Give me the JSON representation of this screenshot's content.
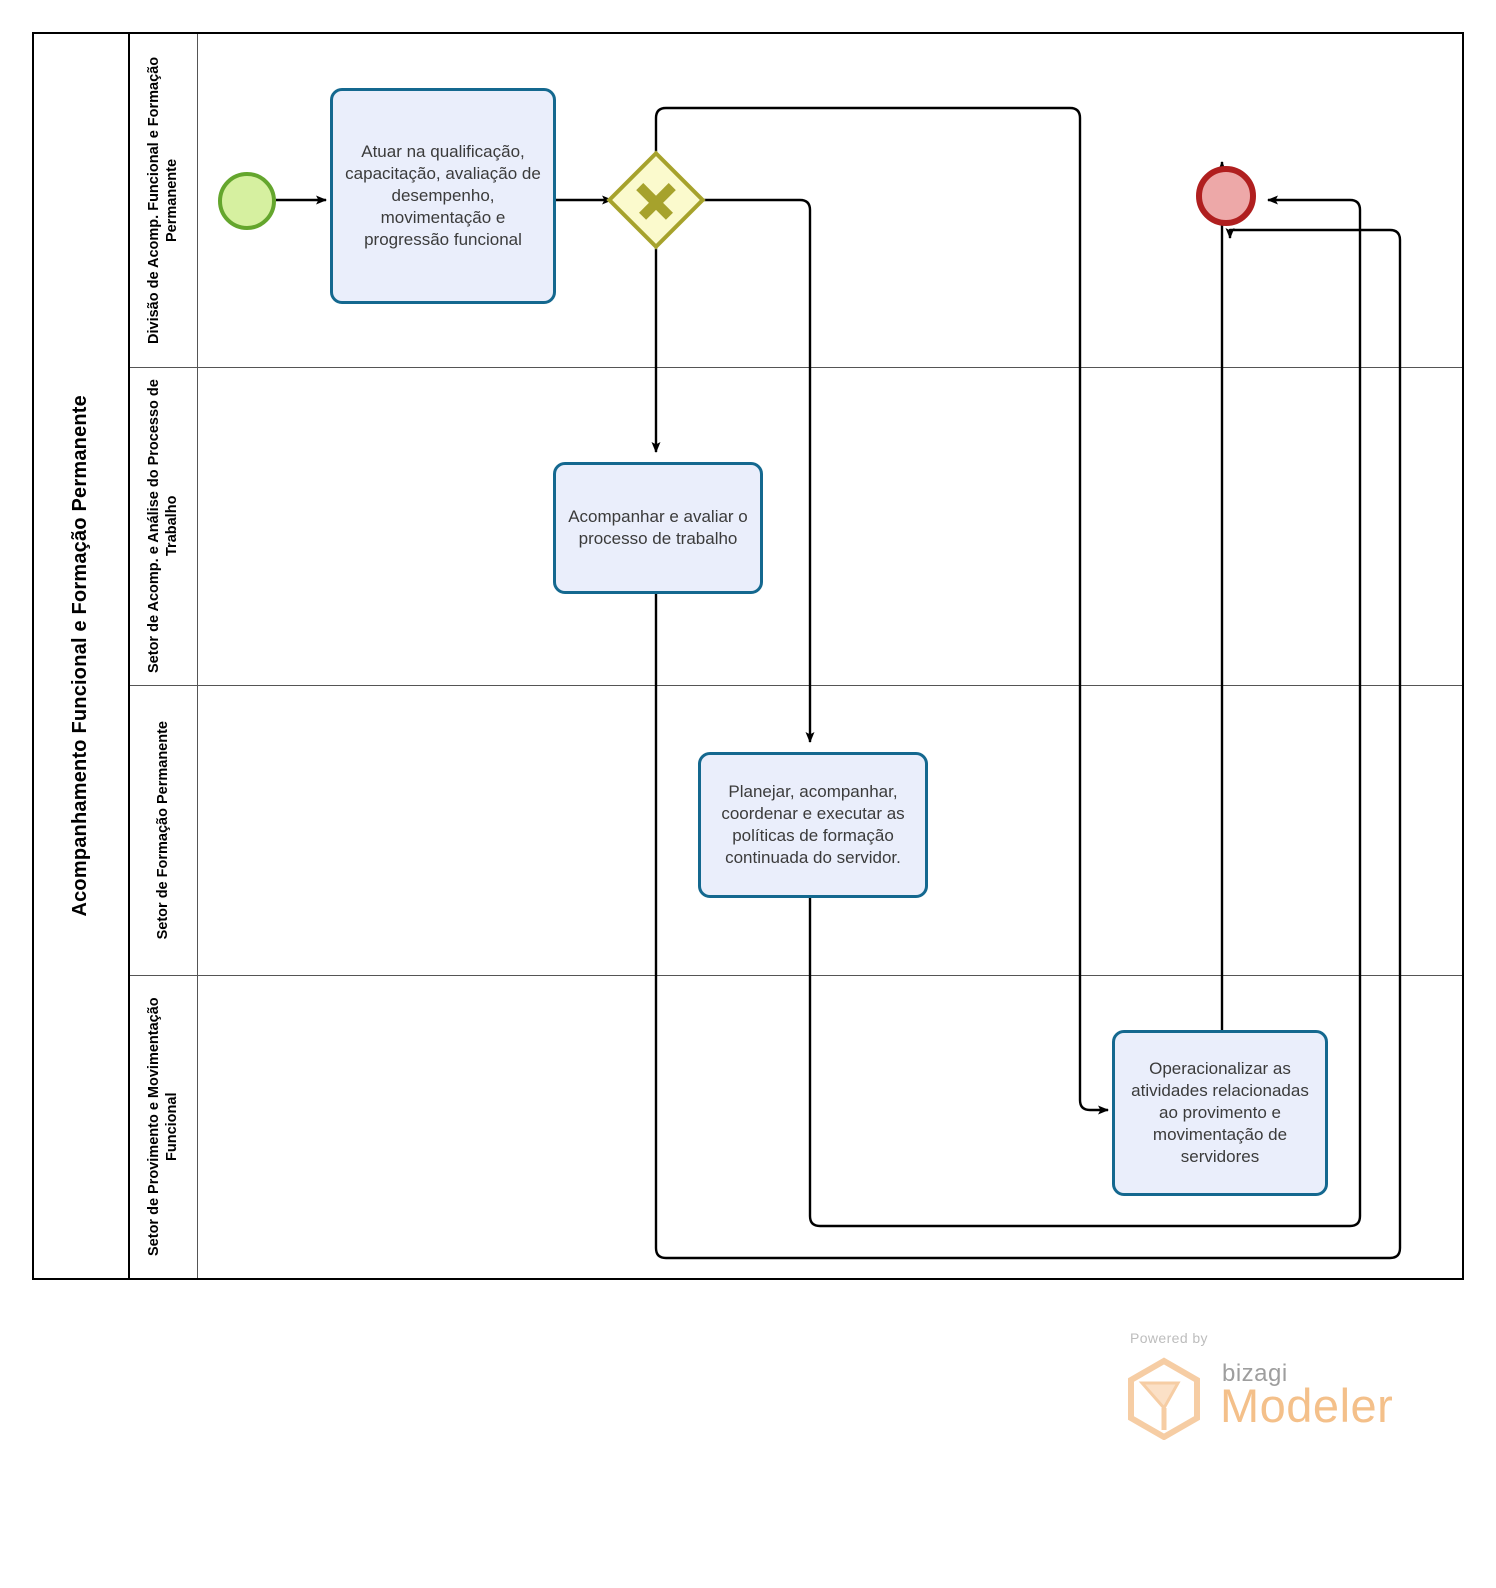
{
  "diagram": {
    "type": "bpmn-process",
    "pool": {
      "label": "Acompanhamento Funcional e Formação Permanente"
    },
    "lanes": [
      {
        "id": "lane-1",
        "label": "Divisão de Acomp. Funcional e Formação Permanente"
      },
      {
        "id": "lane-2",
        "label": "Setor de Acomp. e Análise do Processo de Trabalho"
      },
      {
        "id": "lane-3",
        "label": "Setor de Formação Permanente"
      },
      {
        "id": "lane-4",
        "label": "Setor de Provimento e Movimentação Funcional"
      }
    ],
    "events": [
      {
        "id": "start-event",
        "kind": "start",
        "lane": "lane-1",
        "fill": "#d6f0a0",
        "stroke": "#64a62d"
      },
      {
        "id": "end-event",
        "kind": "end",
        "lane": "lane-1",
        "fill": "#eda8a8",
        "stroke": "#b01f1f"
      }
    ],
    "gateways": [
      {
        "id": "parallel-gateway",
        "kind": "parallel",
        "symbol": "+",
        "lane": "lane-1",
        "fill": "#fbfacd",
        "stroke": "#a6a22c"
      }
    ],
    "tasks": [
      {
        "id": "task-1",
        "lane": "lane-1",
        "label": "Atuar na qualificação, capacitação, avaliação de desempenho, movimentação e progressão funcional"
      },
      {
        "id": "task-2",
        "lane": "lane-2",
        "label": "Acompanhar e avaliar o processo de trabalho"
      },
      {
        "id": "task-3",
        "lane": "lane-3",
        "label": "Planejar, acompanhar, coordenar e executar as políticas de formação continuada do servidor."
      },
      {
        "id": "task-4",
        "lane": "lane-4",
        "label": "Operacionalizar as atividades relacionadas ao provimento e movimentação de servidores"
      }
    ],
    "flows": [
      {
        "from": "start-event",
        "to": "task-1"
      },
      {
        "from": "task-1",
        "to": "parallel-gateway"
      },
      {
        "from": "parallel-gateway",
        "to": "task-2"
      },
      {
        "from": "parallel-gateway",
        "to": "task-3"
      },
      {
        "from": "parallel-gateway",
        "to": "task-4"
      },
      {
        "from": "task-2",
        "to": "end-event"
      },
      {
        "from": "task-3",
        "to": "end-event"
      },
      {
        "from": "task-4",
        "to": "end-event"
      }
    ],
    "colors": {
      "task_fill": "#eaeefb",
      "task_stroke": "#14688f",
      "connector": "#000000",
      "lane_border": "#555555",
      "pool_border": "#000000"
    }
  },
  "brand": {
    "powered_by": "Powered by",
    "name": "bizagi",
    "product": "Modeler",
    "accent": "#f4c08a"
  }
}
